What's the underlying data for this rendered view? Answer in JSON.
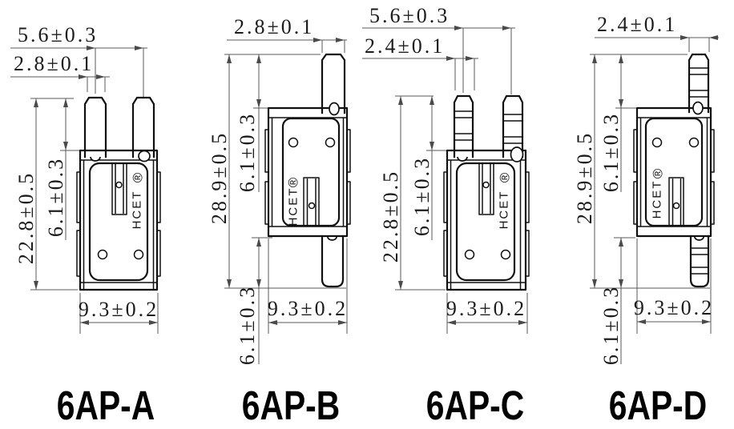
{
  "diagram": {
    "brand_text": "HCET",
    "registered_mark": "®",
    "variants": [
      {
        "name": "6AP-A",
        "dimensions": {
          "pin_pitch": "5.6±0.3",
          "pin_width": "2.8±0.1",
          "total_height": "22.8±0.5",
          "pin_length": "6.1±0.3",
          "body_width": "9.3±0.2"
        }
      },
      {
        "name": "6AP-B",
        "dimensions": {
          "pin_width": "2.8±0.1",
          "total_height": "28.9±0.5",
          "pin_length": "6.1±0.3",
          "bottom_pin_length": "6.1±0.3",
          "body_width": "9.3±0.2"
        }
      },
      {
        "name": "6AP-C",
        "dimensions": {
          "pin_pitch": "5.6±0.3",
          "pin_width": "2.4±0.1",
          "total_height": "22.8±0.5",
          "pin_length": "6.1±0.3",
          "body_width": "9.3±0.2"
        }
      },
      {
        "name": "6AP-D",
        "dimensions": {
          "pin_width": "2.4±0.1",
          "total_height": "28.9±0.5",
          "pin_length": "6.1±0.3",
          "bottom_pin_length": "6.1±0.3",
          "body_width": "9.3±0.2"
        }
      }
    ]
  }
}
